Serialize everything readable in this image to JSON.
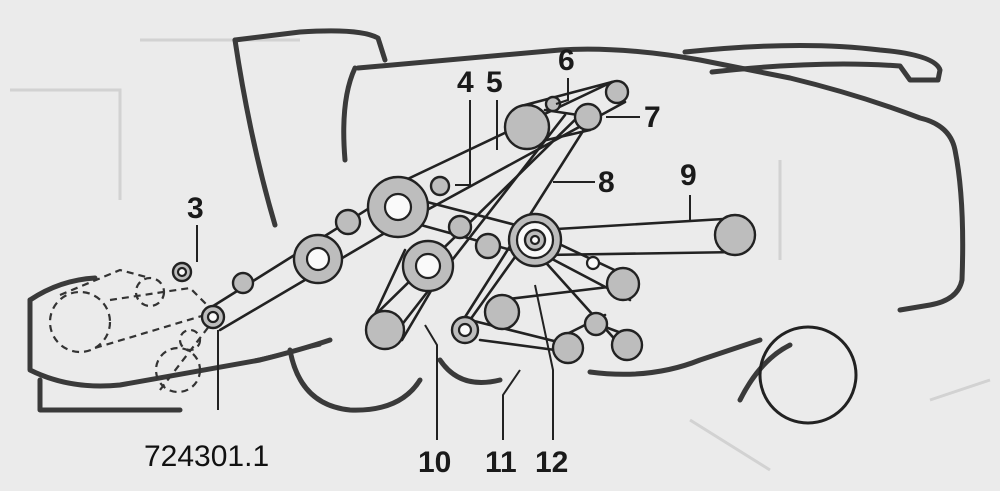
{
  "callouts": [
    "3",
    "4",
    "5",
    "6",
    "7",
    "8",
    "9",
    "10",
    "11",
    "12"
  ],
  "reference_code": "724301.1",
  "colors": {
    "background": "#ebebeb",
    "line": "#222222",
    "pulley_fill": "#bdbdbd"
  }
}
